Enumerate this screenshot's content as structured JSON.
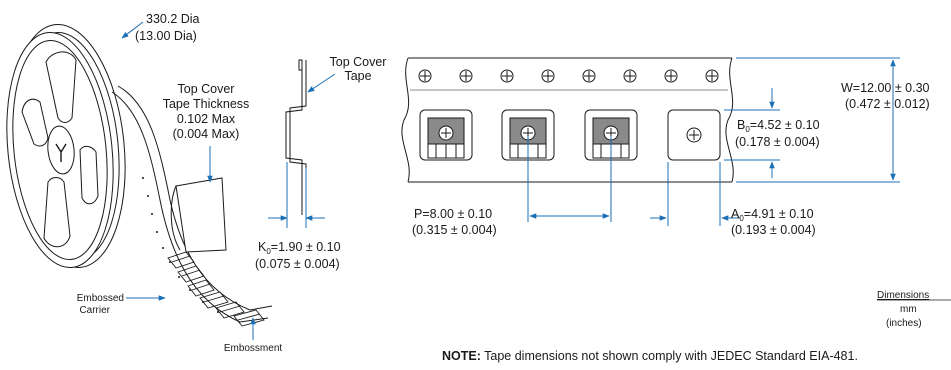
{
  "reel": {
    "diameter_mm": "330.2 Dia",
    "diameter_in": "(13.00 Dia)",
    "cover_thickness_l1": "Top Cover",
    "cover_thickness_l2": "Tape Thickness",
    "cover_thickness_l3": "0.102 Max",
    "cover_thickness_l4": "(0.004 Max)",
    "embossed_carrier_l1": "Embossed",
    "embossed_carrier_l2": "Carrier",
    "embossment": "Embossment"
  },
  "side_view": {
    "top_cover_tape_l1": "Top Cover",
    "top_cover_tape_l2": "Tape",
    "k0_prefix": "K",
    "k0_sub": "0",
    "k0_value": "=1.90 ± 0.10",
    "k0_in": "(0.075 ± 0.004)"
  },
  "tape_view": {
    "width_mm": "W=12.00 ± 0.30",
    "width_in": "(0.472 ± 0.012)",
    "b0_prefix": "B",
    "b0_sub": "0",
    "b0_value": "=4.52 ± 0.10",
    "b0_in": "(0.178 ± 0.004)",
    "pitch_mm": "P=8.00 ± 0.10",
    "pitch_in": "(0.315 ± 0.004)",
    "a0_prefix": "A",
    "a0_sub": "0",
    "a0_value": "=4.91 ± 0.10",
    "a0_in": "(0.193 ± 0.004)"
  },
  "units": {
    "title": "Dimensions",
    "mm": "mm",
    "inches": "(inches)"
  },
  "note": {
    "label": "NOTE:",
    "text": " Tape dimensions not shown comply with JEDEC Standard EIA-481."
  },
  "colors": {
    "leader": "#1a6fb5",
    "ink": "#1a1a1a",
    "component_fill": "#8a8a8a"
  }
}
